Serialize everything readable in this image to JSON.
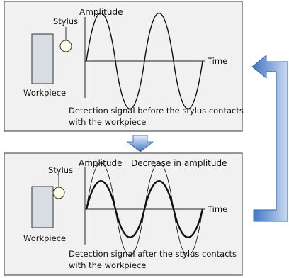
{
  "panel_top": {
    "stylus_label": "Stylus",
    "amplitude_label": "Amplitude",
    "time_label": "Time",
    "workpiece_label": "Workpiece",
    "caption_line1": "Detection signal before the stylus contacts",
    "caption_line2": "with the workpiece"
  },
  "panel_bottom": {
    "stylus_label": "Stylus",
    "amplitude_label": "Amplitude",
    "decrease_label": "Decrease in amplitude",
    "time_label": "Time",
    "workpiece_label": "Workpiece",
    "caption_line1": "Detection signal after the stylus contacts",
    "caption_line2": "with the workpiece"
  },
  "colors": {
    "panel_bg": "#f1f1f1",
    "panel_border": "#555555",
    "workpiece_fill": "#d8dde4",
    "arrow_blue": "#3f73c0",
    "arrow_light": "#c9d9f1"
  }
}
